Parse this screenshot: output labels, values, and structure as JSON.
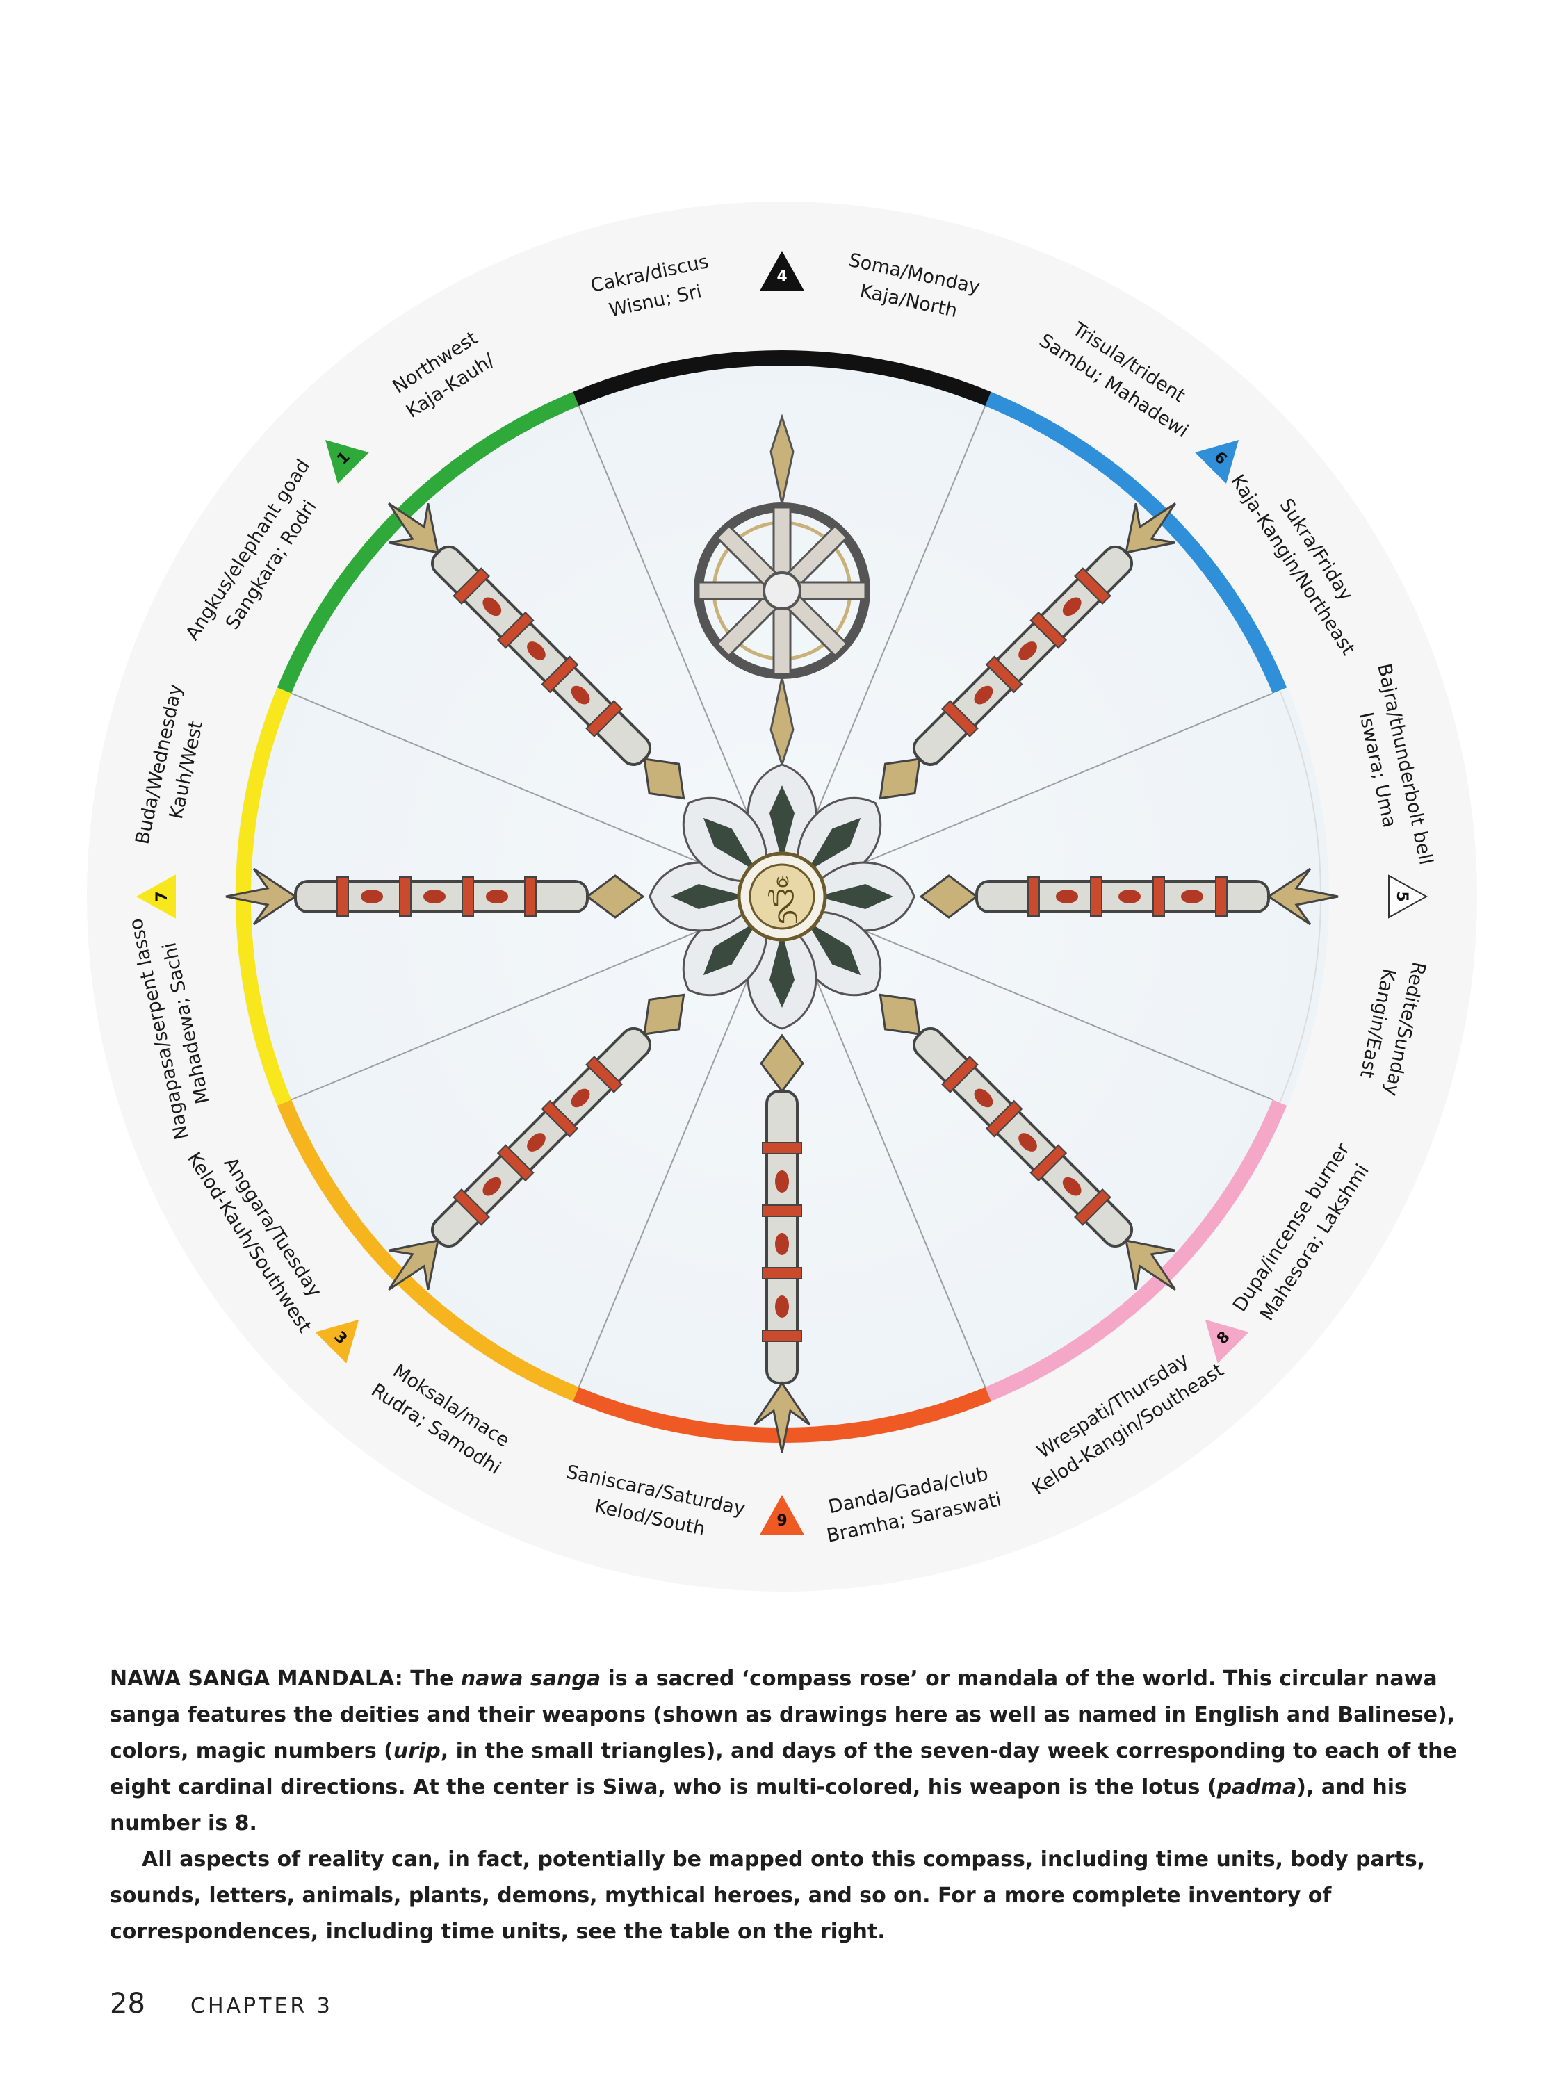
{
  "sectors": [
    {
      "id": "north",
      "line1": "Wisnu; Sri",
      "line2": "Cakra/discus",
      "line3": "Kaja/North",
      "line4": "Soma/Monday",
      "number": "4",
      "color": "#111111",
      "num_color": "#ffffff",
      "weapon": "cakra-icon"
    },
    {
      "id": "northeast",
      "line1": "Sambu; Mahadewi",
      "line2": "Trisula/trident",
      "line3": "Kaja-Kangin/Northeast",
      "line4": "Sukra/Friday",
      "number": "6",
      "color": "#2f8fd8",
      "num_color": "#111111",
      "weapon": "trisula-icon"
    },
    {
      "id": "east",
      "line1": "Iswara; Uma",
      "line2": "Bajra/thunderbolt bell",
      "line3": "Kangin/East",
      "line4": "Redite/Sunday",
      "number": "5",
      "color": "#ffffff",
      "num_color": "#111111",
      "weapon": "bajra-bell-icon"
    },
    {
      "id": "southeast",
      "line1": "Mahesora; Lakshmi",
      "line2": "Dupa/incense burner",
      "line3": "Kelod-Kangin/Southeast",
      "line4": "Wrespati/Thursday",
      "number": "8",
      "color": "#f4a7c6",
      "num_color": "#111111",
      "weapon": "dupa-icon"
    },
    {
      "id": "south",
      "line1": "Bramha; Saraswati",
      "line2": "Danda/Gada/club",
      "line3": "Kelod/South",
      "line4": "Saniscara/Saturday",
      "number": "9",
      "color": "#ef5a24",
      "num_color": "#111111",
      "weapon": "gada-icon"
    },
    {
      "id": "southwest",
      "line1": "Rudra; Samodhi",
      "line2": "Moksala/mace",
      "line3": "Kelod-Kauh/Southwest",
      "line4": "Anggara/Tuesday",
      "number": "3",
      "color": "#f6b51e",
      "num_color": "#111111",
      "weapon": "moksala-icon"
    },
    {
      "id": "west",
      "line1": "Mahadewa; Sachi",
      "line2": "Nagapasa/serpent lasso",
      "line3": "Kauh/West",
      "line4": "Buda/Wednesday",
      "number": "7",
      "color": "#f7e71c",
      "num_color": "#111111",
      "weapon": "nagapasa-icon"
    },
    {
      "id": "northwest",
      "line1": "Sangkara; Rodri",
      "line2": "Angkus/elephant goad",
      "line3": "Kaja-Kauh/",
      "line4": "Northwest",
      "number": "1",
      "color": "#2faa3a",
      "num_color": "#111111",
      "weapon": "angkus-icon"
    }
  ],
  "center": {
    "symbol": "ᬑᬁ",
    "icon": "lotus-padma-icon"
  },
  "caption": {
    "heading": "NAWA SANGA MANDALA:",
    "p1_a": "The",
    "p1_em1": "nawa sanga",
    "p1_b": "is a sacred ‘compass rose’ or mandala of the world. This circular nawa sanga features the deities and their weapons (shown as drawings here as well as named in English and Balinese), colors, magic numbers (",
    "p1_em2": "urip",
    "p1_c": ", in the small triangles), and days of the seven-day week corresponding to each of the eight cardinal directions. At the center is Siwa, who is multi-colored, his weapon is the lotus (",
    "p1_em3": "padma",
    "p1_d": "), and his number is 8.",
    "p2": "All aspects of reality can, in fact, potentially be mapped onto this compass, including time units, body parts, sounds, letters, animals, plants, demons, mythical heroes, and so on. For a more complete inventory of correspondences, including time units, see the table on the right."
  },
  "footer": {
    "page_number": "28",
    "chapter": "CHAPTER 3"
  }
}
